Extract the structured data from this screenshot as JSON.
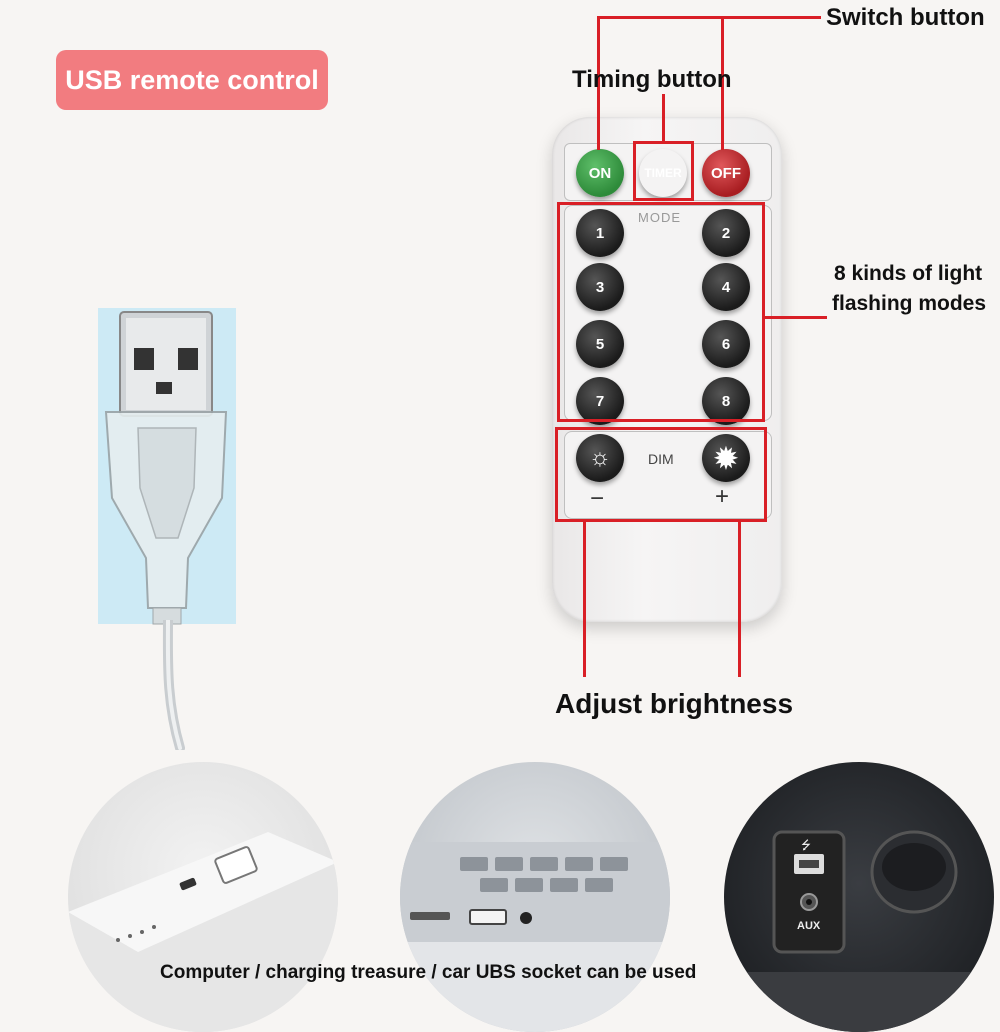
{
  "title_badge": "USB remote control",
  "labels": {
    "switch": "Switch button",
    "timing": "Timing button",
    "modes_line1": "8 kinds of light",
    "modes_line2": "flashing modes",
    "brightness": "Adjust brightness",
    "footer": "Computer / charging treasure / car UBS socket can be used"
  },
  "remote": {
    "on": "ON",
    "timer": "TIMER",
    "off": "OFF",
    "mode": "MODE",
    "numbers": [
      "1",
      "2",
      "3",
      "4",
      "5",
      "6",
      "7",
      "8"
    ],
    "dim": "DIM",
    "minus": "−",
    "plus": "+"
  },
  "car_socket": {
    "aux": "AUX"
  },
  "colors": {
    "accent_red": "#d91f26",
    "badge_pink": "#f27c80",
    "on_green": "#2e8b3a",
    "off_red": "#c4262a"
  }
}
